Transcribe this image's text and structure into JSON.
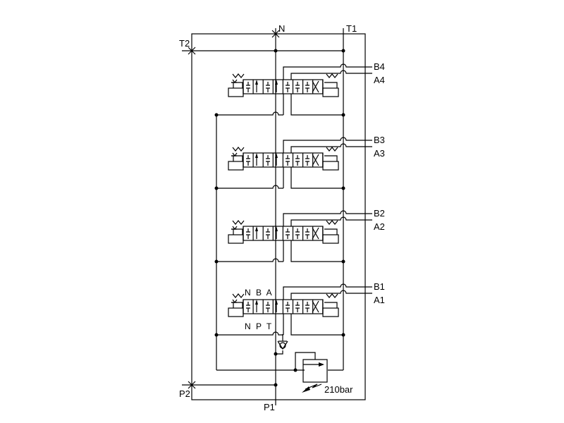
{
  "ports": {
    "N": "N",
    "T1": "T1",
    "T2": "T2",
    "P1": "P1",
    "P2": "P2"
  },
  "sections": [
    {
      "b": "B4",
      "a": "A4"
    },
    {
      "b": "B3",
      "a": "A3"
    },
    {
      "b": "B2",
      "a": "A2"
    },
    {
      "b": "B1",
      "a": "A1"
    }
  ],
  "valve_port_labels": {
    "top": "N B A",
    "bottom": "N P T"
  },
  "relief_setting": "210bar"
}
